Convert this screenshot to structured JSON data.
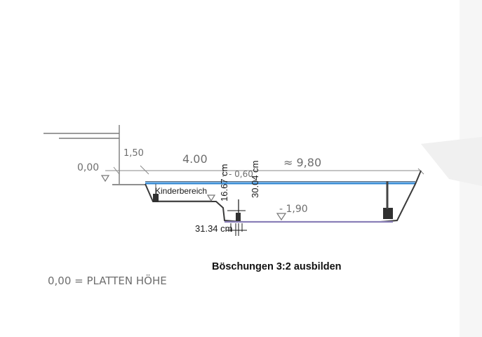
{
  "handwritten": {
    "level_zero": "0,00",
    "width_first": "1,50",
    "width_second": "4.00",
    "width_third": "≈ 9,80",
    "depth_shallow": "- 0,60",
    "depth_deep": "- 1,90",
    "footnote": "0,00 = PLATTEN HÖHE"
  },
  "labels": {
    "kids_area": "Kinderbereich",
    "dim_vertical_1": "16.67 cm",
    "dim_vertical_2": "30.04 cm",
    "dim_horizontal": "31.34 cm",
    "slope_note": "Böschungen 3:2 ausbilden"
  },
  "colors": {
    "water_line": "#3e8fd6",
    "pencil": "#6e6e6e",
    "ink": "#1a1a1a",
    "marker": "#303030",
    "pond_floor": "#8a7fb8"
  }
}
